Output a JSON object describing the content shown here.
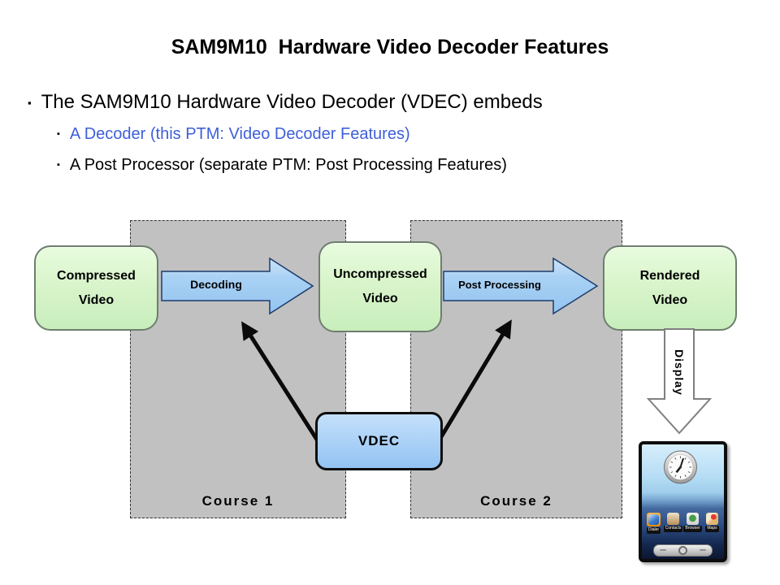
{
  "title": "SAM9M10  Hardware Video Decoder Features",
  "bullets": {
    "marker": "▪",
    "main": "The SAM9M10 Hardware Video Decoder (VDEC) embeds",
    "sub1": "A Decoder (this PTM: Video Decoder Features)",
    "sub2": "A Post Processor (separate PTM: Post Processing Features)"
  },
  "diagram": {
    "course1_label": "Course 1",
    "course2_label": "Course 2",
    "compressed_box": "Compressed\nVideo",
    "uncompressed_box": "Uncompressed\nVideo",
    "rendered_box": "Rendered\nVideo",
    "decoding_arrow_label": "Decoding",
    "post_processing_arrow_label": "Post Processing",
    "vdec_label": "VDEC",
    "display_arrow_label": "Display"
  },
  "phone": {
    "dock": [
      {
        "label": "Dialer",
        "icon": "dialer-icon"
      },
      {
        "label": "Contacts",
        "icon": "contacts-icon"
      },
      {
        "label": "Browser",
        "icon": "browser-icon"
      },
      {
        "label": "Maps",
        "icon": "maps-icon"
      }
    ]
  },
  "colors": {
    "link_blue": "#3e5fd9",
    "panel_gray": "#c1c1c1",
    "box_green": "#d9f4cb",
    "arrow_blue": "#a9d1f4",
    "vdec_blue": "#a9d0f6"
  }
}
